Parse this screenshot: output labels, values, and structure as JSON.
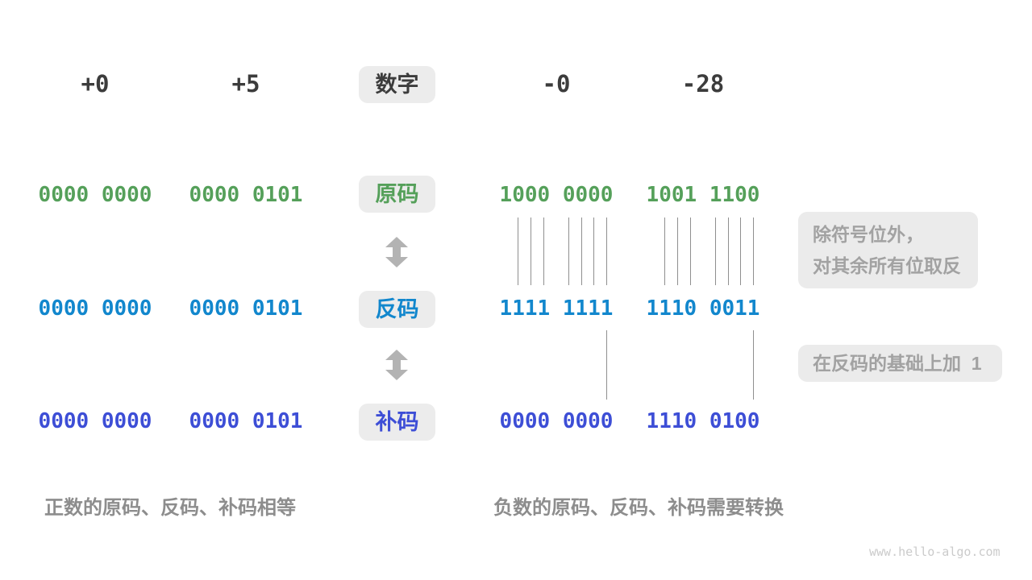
{
  "header": {
    "label": "数字",
    "columns": [
      "+0",
      "+5",
      "-0",
      "-28"
    ]
  },
  "rows": [
    {
      "id": "sign-magnitude",
      "label": "原码",
      "values": [
        "0000 0000",
        "0000 0101",
        "1000 0000",
        "1001 1100"
      ],
      "color": "#55a05a"
    },
    {
      "id": "ones-complement",
      "label": "反码",
      "values": [
        "0000 0000",
        "0000 0101",
        "1111 1111",
        "1110 0011"
      ],
      "color": "#1287cd"
    },
    {
      "id": "twos-complement",
      "label": "补码",
      "values": [
        "0000 0000",
        "0000 0101",
        "0000 0000",
        "1110 0100"
      ],
      "color": "#3d4ed6"
    }
  ],
  "annotations": {
    "invert": {
      "line1": "除符号位外，",
      "line2": "对其余所有位取反"
    },
    "add_one": {
      "text": "在反码的基础上加  1"
    }
  },
  "captions": {
    "positive": "正数的原码、反码、补码相等",
    "negative": "负数的原码、反码、补码需要转换"
  },
  "watermark": "www.hello-algo.com",
  "colors": {
    "header_text": "#3c3c3c",
    "sign_magnitude": "#55a05a",
    "ones_complement": "#1287cd",
    "twos_complement": "#3d4ed6",
    "label_box_bg": "#ececec",
    "annotation_bg": "#ebebeb",
    "annotation_text": "#a2a2a2",
    "caption_text": "#8d8d8d",
    "connector_line": "#8f8f8f",
    "arrow": "#b3b3b3",
    "watermark_text": "#cbcbcb"
  }
}
